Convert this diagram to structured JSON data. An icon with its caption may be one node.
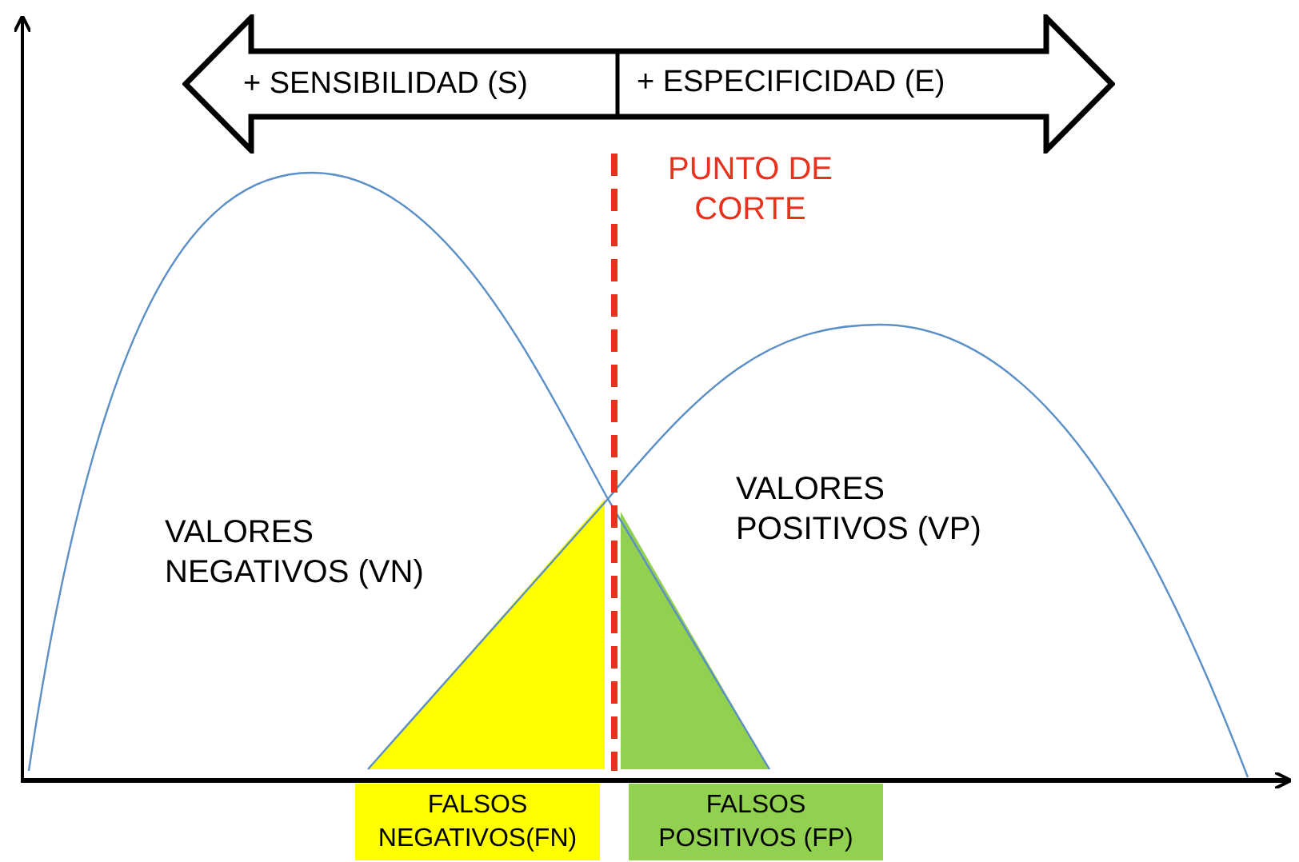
{
  "diagram": {
    "nodes": [
      {
        "text": [
          "+ SENSIBILIDAD (S)",
          "+ ESPECIFICIDAD (E)"
        ]
      },
      {
        "text": [
          "FALSOS NEGATIVOS(FN)"
        ]
      },
      {
        "text": [
          "FALSOS POSITIVOS (FP)"
        ]
      }
    ],
    "labels": [
      "PUNTO DE CORTE",
      "VALORES NEGATIVOS (VN)",
      "VALORES POSITIVOS (VP)"
    ]
  }
}
